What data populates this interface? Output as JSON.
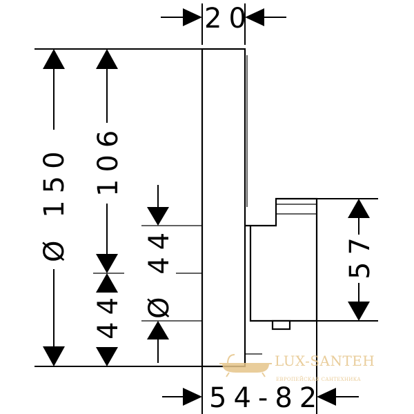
{
  "dimensions": {
    "width_top": "20",
    "diameter_plate": "Ø 150",
    "height_106": "106",
    "diameter_inner": "Ø 44",
    "height_44": "44",
    "height_57": "57",
    "depth_range": "54-82"
  },
  "watermark": {
    "brand": "LUX-SANTEH",
    "tagline": "ЕВРОПЕЙСКАЯ САНТЕХНИКА"
  },
  "colors": {
    "line": "#000000",
    "background": "#ffffff",
    "watermark": "#e6c58a"
  }
}
